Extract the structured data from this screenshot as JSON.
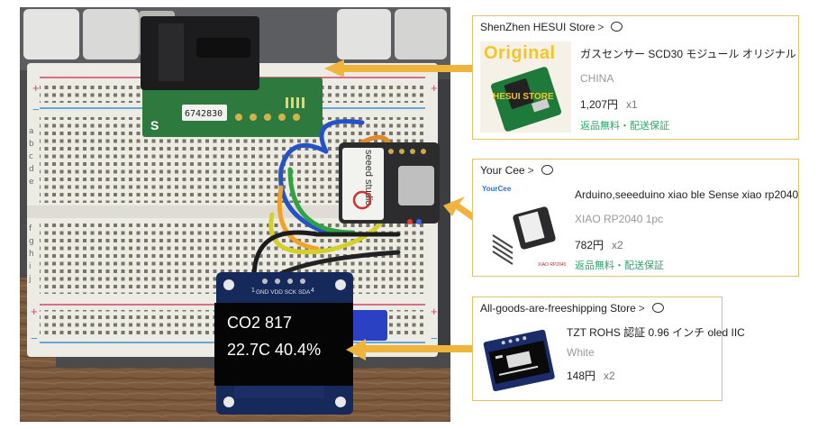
{
  "oled": {
    "line1": "CO2 817",
    "line2": "22.7C 40.4%",
    "pins": "GND VDD SCK SDA",
    "pin_num_left": "1",
    "pin_num_right": "4"
  },
  "sensor": {
    "label": "6742830",
    "mark": "S"
  },
  "xiao": {
    "brand": "seeed studio"
  },
  "products": [
    {
      "store": "ShenZhen HESUI Store",
      "chevron": ">",
      "title": "ガスセンサー SCD30 モジュール オリジナル",
      "variant": "CHINA",
      "price": "1,207円",
      "qty": "x1",
      "shipping": "返品無料・配送保証",
      "thumb_text_top": "Original",
      "thumb_text_bottom": "HESUI STORE"
    },
    {
      "store": "Your Cee",
      "chevron": ">",
      "title": "Arduino,seeeduino xiao ble Sense xiao rp2040",
      "variant": "XIAO RP2040 1pc",
      "price": "782円",
      "qty": "x2",
      "shipping": "返品無料・配送保証",
      "thumb_text_top": "YourCee",
      "thumb_text_bottom": "XIAO RP2040"
    },
    {
      "store": "All-goods-are-freeshipping Store",
      "chevron": ">",
      "title": "TZT ROHS 認証 0.96 インチ oled IIC",
      "variant": "White",
      "price": "148円",
      "qty": "x2"
    }
  ],
  "colors": {
    "arrow": "#f0b43c",
    "card_border": "#e8c06a",
    "shipping": "#2ea56a",
    "oled_text": "#ffffff"
  }
}
